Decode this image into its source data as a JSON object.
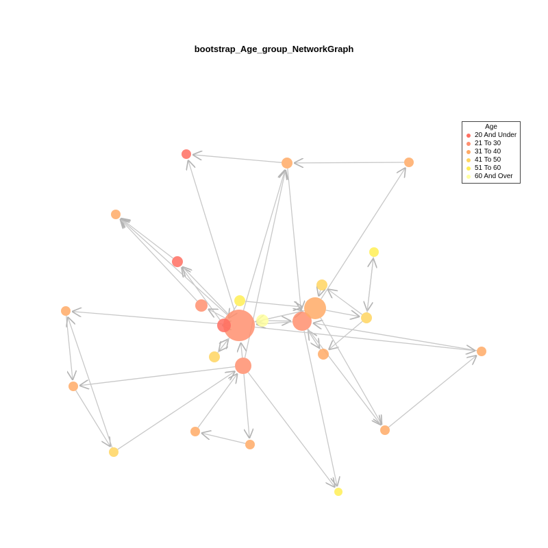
{
  "title": "bootstrap_Age_group_NetworkGraph",
  "legend": {
    "title": "Age",
    "items": [
      {
        "label": "20 And Under",
        "color": "#ff6f61"
      },
      {
        "label": "21 To 30",
        "color": "#ff8f6f"
      },
      {
        "label": "31 To 40",
        "color": "#ffaa66"
      },
      {
        "label": "41 To 50",
        "color": "#ffd560"
      },
      {
        "label": "51 To 60",
        "color": "#ffee55"
      },
      {
        "label": "60 And Over",
        "color": "#ffffa0"
      }
    ]
  },
  "edge_color": "#c8c8c8"
}
